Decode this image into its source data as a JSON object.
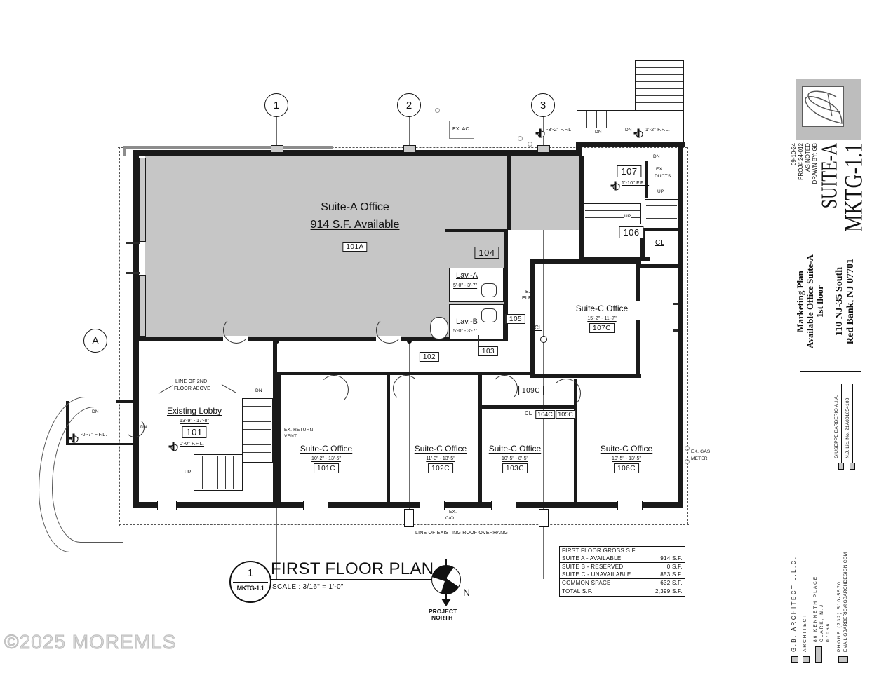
{
  "sheet": {
    "watermark": "©2025 MOREMLS",
    "drawing_title": "FIRST FLOOR PLAN",
    "scale": "SCALE : 3/16\" = 1'-0\"",
    "detail_number": "1",
    "detail_sheet": "MKTG-1.1",
    "north_label": "N",
    "north_caption_line1": "PROJECT",
    "north_caption_line2": "NORTH"
  },
  "titleblock": {
    "sheet_number": "MKTG-1.1",
    "suite": "SUITE-A",
    "date": "09-10-24",
    "project_no": "PROJ# 24-012",
    "scale_note": "AS NOTED",
    "drawn_by": "DRAWN BY: GB",
    "project_title_1": "Marketing Plan",
    "project_title_2": "Available Office Suite-A",
    "project_title_3": "1st floor",
    "address_1": "110 NJ-35 South",
    "address_2": "Red Bank, NJ 07701",
    "seal_name": "GIUSEPPE BARBERIO A.I.A.",
    "seal_license": "N.J. Lic. No. 21A001654100",
    "firm_name": "G.B. ARCHITECT L.L.C.",
    "firm_role": "ARCHITECT",
    "firm_address_1": "86 KENNETH PLACE",
    "firm_address_2": "CLARK, N.J",
    "firm_address_3": "07066",
    "firm_phone": "PHONE (732) 510-5570",
    "firm_email": "EMAIL  GBARBERIO@GBARCHDESIGN.COM"
  },
  "legend": {
    "header": "FIRST FLOOR GROSS S.F.",
    "rows": [
      {
        "label": "SUITE A - AVAILABLE",
        "value": "914 S.F."
      },
      {
        "label": "SUITE B - RESERVED",
        "value": "0  S.F."
      },
      {
        "label": "SUITE C - UNAVAILABLE",
        "value": "853 S.F."
      },
      {
        "label": "COMMON SPACE",
        "value": "632 S.F."
      },
      {
        "label": "TOTAL S.F.",
        "value": "2,399 S.F."
      }
    ]
  },
  "grid": {
    "columns": [
      "1",
      "2",
      "3"
    ],
    "rows": [
      "A"
    ]
  },
  "suite_a": {
    "name": "Suite-A Office",
    "area": "914 S.F. Available",
    "tag": "101A"
  },
  "rooms": [
    {
      "name": "Existing Lobby",
      "dims": "13'-9\" - 17'-8\"",
      "tag": "101"
    },
    {
      "name": "Suite-C Office",
      "dims": "10'-2\" - 13'-5\"",
      "tag": "101C"
    },
    {
      "name": "Suite-C Office",
      "dims": "11'-3\" - 13'-5\"",
      "tag": "102C"
    },
    {
      "name": "Suite-C Office",
      "dims": "10'-5\" - 8'-5\"",
      "tag": "103C"
    },
    {
      "name": "Suite-C Office",
      "dims": "10'-5\" - 13'-5\"",
      "tag": "106C"
    },
    {
      "name": "Suite-C Office",
      "dims": "15'-2\" - 11'-7\"",
      "tag": "107C"
    },
    {
      "name": "Lav.-A",
      "dims": "5'-0\" - 3'-7\"",
      "tag": ""
    },
    {
      "name": "Lav.-B",
      "dims": "5'-0\" - 3'-7\"",
      "tag": ""
    }
  ],
  "tags": {
    "t102": "102",
    "t103": "103",
    "t104": "104",
    "t105": "105",
    "t106": "106",
    "t107": "107",
    "t104c": "104C",
    "t105c": "105C",
    "t109c": "109C"
  },
  "annotations": {
    "ex_ac": "EX. AC.",
    "ex_ducts_1": "EX.",
    "ex_ducts_2": "DUCTS",
    "ex_elec_1": "EX.",
    "ex_elec_2": "ELEC.",
    "ex_return_1": "EX. RETURN",
    "ex_return_2": "VENT",
    "ex_gas_1": "EX. GAS",
    "ex_gas_2": "METER",
    "ex_co_1": "EX.",
    "ex_co_2": "C/O.",
    "line_2nd_floor_1": "LINE OF 2ND",
    "line_2nd_floor_2": "FLOOR ABOVE",
    "roof_overhang": "LINE OF EXISTING ROOF OVERHANG",
    "cl_1": "CL",
    "cl_2": "CL",
    "cl_3": "CL",
    "dn": "DN",
    "up": "UP",
    "ffl_0_0": "0'-0\" F.F.L.",
    "ffl_0_7": "-0'-7\" F.F.L.",
    "ffl_1_2": "1'-2\" F.F.L.",
    "ffl_1_10": "1'-10\" F.F.L.",
    "ffl_3_2": "-3'-2\" F.F.L."
  }
}
